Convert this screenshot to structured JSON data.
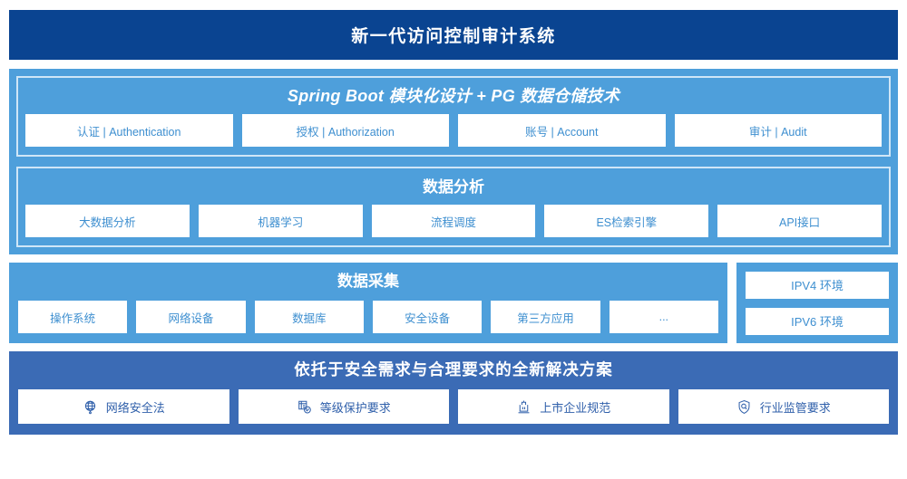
{
  "header": {
    "title": "新一代访问控制审计系统"
  },
  "sections": {
    "platform": {
      "title": "Spring Boot 模块化设计 + PG 数据仓储技术",
      "items": [
        "认证 | Authentication",
        "授权 | Authorization",
        "账号 | Account",
        "审计 | Audit"
      ]
    },
    "analysis": {
      "title": "数据分析",
      "items": [
        "大数据分析",
        "机器学习",
        "流程调度",
        "ES检索引擎",
        "API接口"
      ]
    },
    "collection": {
      "title": "数据采集",
      "items": [
        "操作系统",
        "网络设备",
        "数据库",
        "安全设备",
        "第三方应用",
        "..."
      ]
    },
    "environment": {
      "items": [
        "IPV4 环境",
        "IPV6 环境"
      ]
    },
    "solution": {
      "title": "依托于安全需求与合理要求的全新解决方案",
      "items": [
        {
          "icon": "globe-network-icon",
          "label": "网络安全法"
        },
        {
          "icon": "document-check-icon",
          "label": "等级保护要求"
        },
        {
          "icon": "bank-building-icon",
          "label": "上市企业规范"
        },
        {
          "icon": "shield-search-icon",
          "label": "行业监管要求"
        }
      ]
    }
  },
  "colors": {
    "header_blue": "#0a4491",
    "panel_blue": "#4e9fdb",
    "panel_dark_blue": "#3b6bb5",
    "box_text_blue": "#3e8fd0",
    "box_text_dark_blue": "#2f5faa",
    "inner_border": "#cfe6f7"
  }
}
